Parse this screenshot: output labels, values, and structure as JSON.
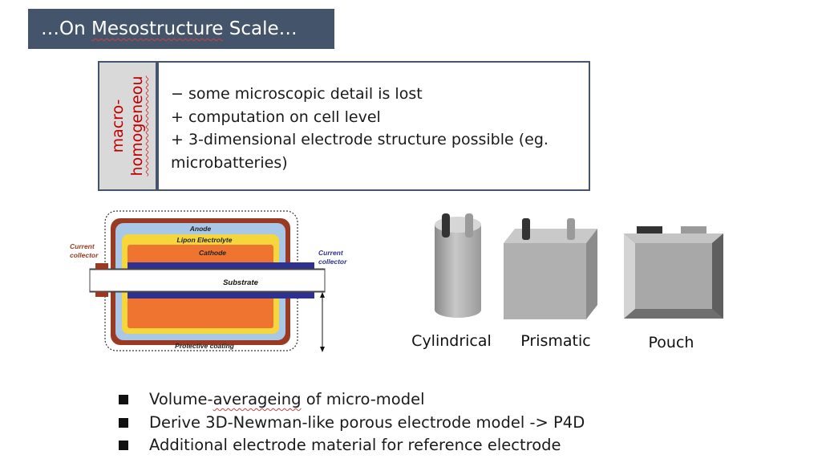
{
  "header": {
    "prefix": "…On ",
    "underlined_word": "Mesostructure",
    "suffix": " Scale…"
  },
  "side_tag": {
    "line1": "macro-",
    "line2": "homogeneou"
  },
  "info_lines": [
    "− some microscopic detail is lost",
    "+ computation on cell level",
    "+ 3-dimensional electrode structure possible (eg. microbatteries)"
  ],
  "cell_diagram": {
    "anode": "Anode",
    "electrolyte": "Lipon Electrolyte",
    "cathode": "Cathode",
    "substrate": "Substrate",
    "protective": "Protective coating",
    "collector_left_1": "Current",
    "collector_left_2": "collector",
    "collector_right_1": "Current",
    "collector_right_2": "collector"
  },
  "battery_types": {
    "cylindrical": "Cylindrical",
    "prismatic": "Prismatic",
    "pouch": "Pouch"
  },
  "bullets": {
    "item1_pre": "Volume-",
    "item1_underlined": "averageing",
    "item1_post": " of micro-model",
    "item2": "Derive 3D-Newman-like porous electrode model -> P4D",
    "item3": "Additional electrode material for reference electrode"
  },
  "colors": {
    "title_bg": "#44546a",
    "tag_text": "#c00000",
    "anode": "#a9c8e8",
    "electrolyte": "#f5d63d",
    "cathode": "#ee7430",
    "substrate_bar": "#2e3192",
    "collector": "#9b3a22"
  }
}
